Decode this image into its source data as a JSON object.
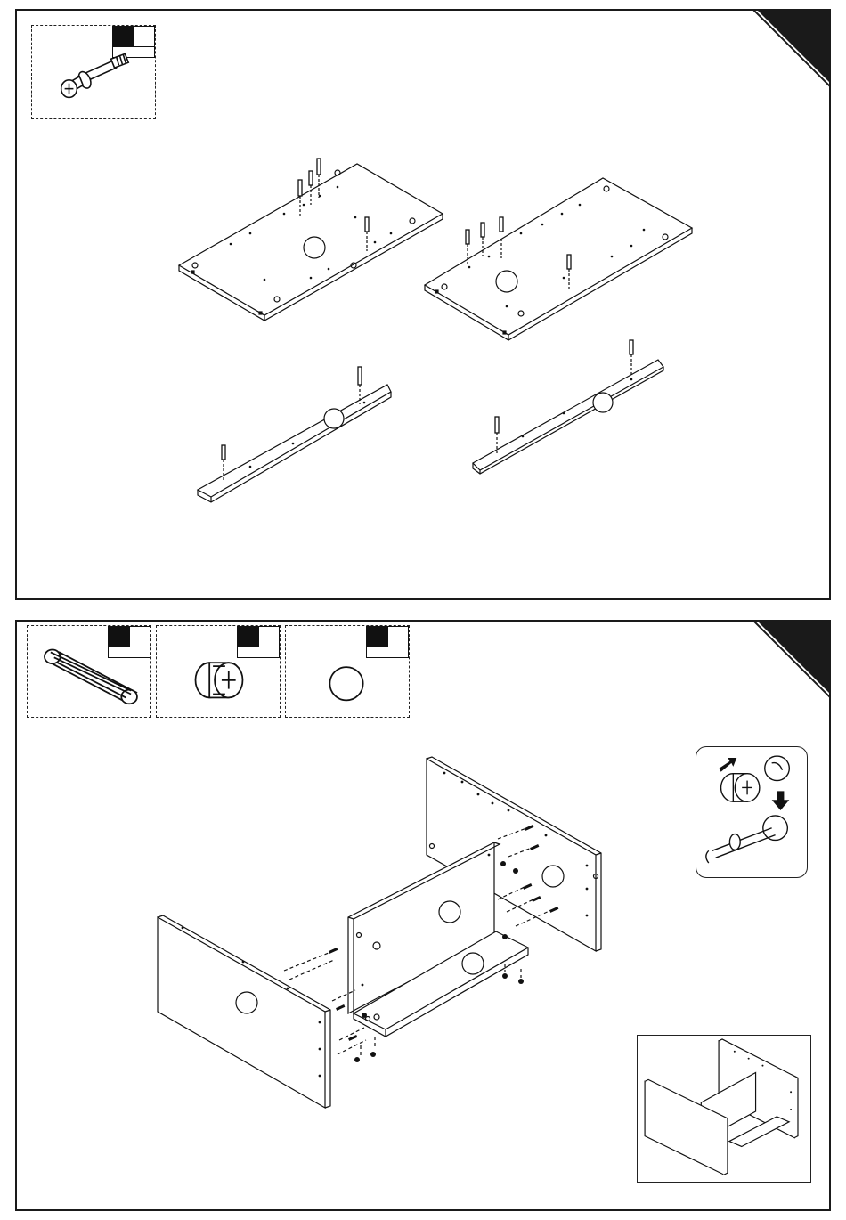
{
  "document": {
    "type": "assembly-instructions",
    "steps": [
      {
        "id": "step-1",
        "parts": [
          {
            "icon": "cam-bolt-icon"
          }
        ],
        "components": [
          "top-panel",
          "bottom-panel",
          "rail-left",
          "rail-right"
        ]
      },
      {
        "id": "step-2",
        "parts": [
          {
            "icon": "wooden-dowel-icon"
          },
          {
            "icon": "cam-lock-icon"
          },
          {
            "icon": "screw-cap-icon"
          }
        ],
        "components": [
          "left-side-panel",
          "middle-divider-panel",
          "shelf-panel",
          "back-side-panel"
        ],
        "insets": [
          "cam-lock-detail",
          "assembled-preview"
        ]
      }
    ]
  },
  "colors": {
    "ink": "#111111",
    "paper": "#ffffff",
    "tab": "#1a1a1a"
  }
}
